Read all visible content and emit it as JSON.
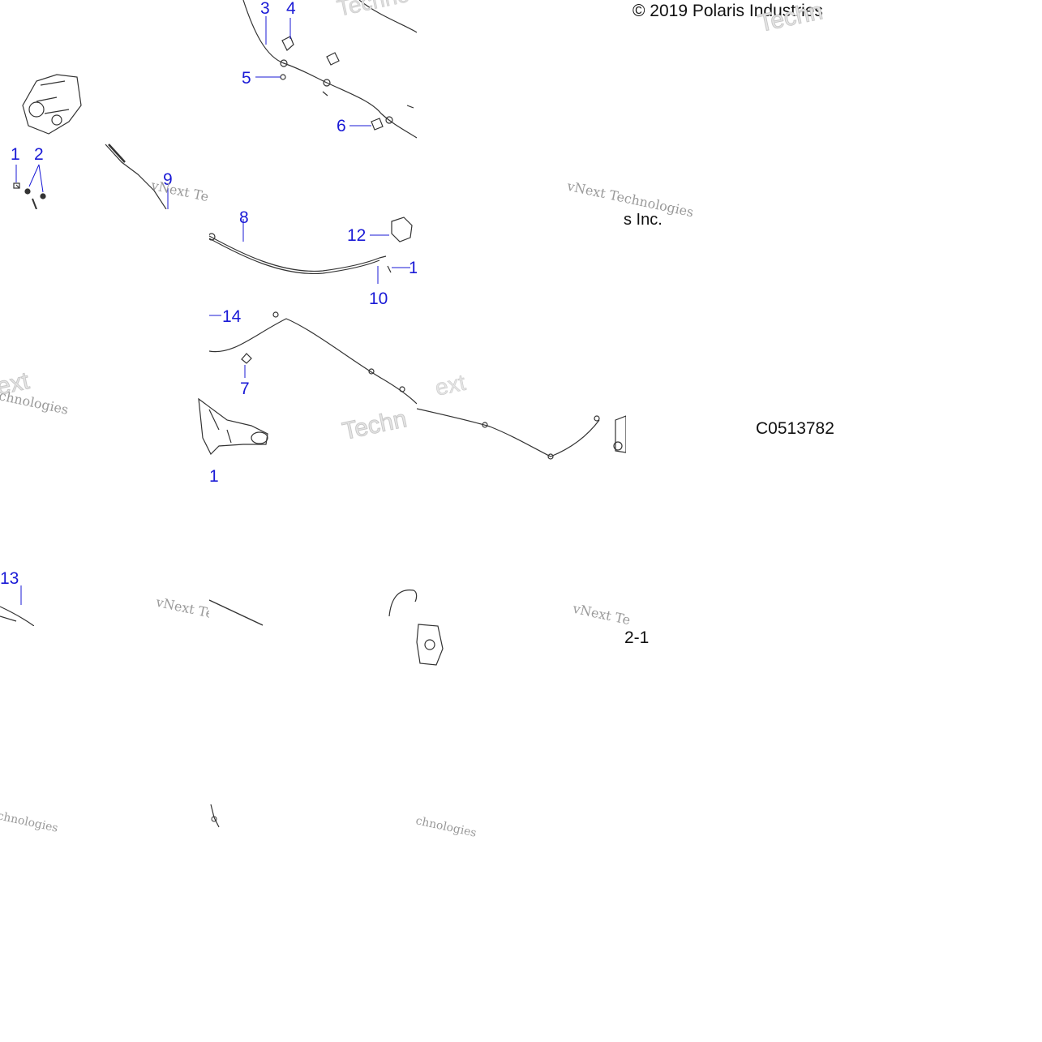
{
  "diagram": {
    "copyright": "© 2019 Polaris Industries",
    "copyright_tail": "s Inc.",
    "image_code": "C0513782",
    "page_ref": "2-1",
    "watermark": {
      "brand": "vNext Technologies",
      "brand_fragment_1": "vNext Te",
      "brand_fragment_2": "vNe",
      "brand_fragment_3": "Technologies",
      "brand_fragment_4": "Techn",
      "brand_fragment_5": "ext",
      "brand_fragment_6": "chnologies"
    },
    "callouts": {
      "c3": "3",
      "c4": "4",
      "c5": "5",
      "c6": "6",
      "c1a": "1",
      "c2": "2",
      "c9": "9",
      "c8": "8",
      "c12": "12",
      "c1b": "1",
      "c10": "10",
      "c14": "14",
      "c7": "7",
      "c1c": "1",
      "c13": "13"
    },
    "colors": {
      "callout": "#1a1ad6",
      "line": "#333333",
      "watermark": "#9a9a9a"
    }
  }
}
